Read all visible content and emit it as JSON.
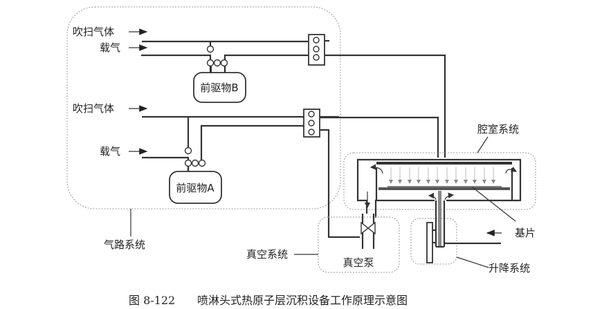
{
  "diagram": {
    "inputs": {
      "purge_gas_top": "吹扫气体",
      "carrier_gas_top": "载气",
      "purge_gas_bottom": "吹扫气体",
      "carrier_gas_bottom": "载气"
    },
    "precursors": {
      "b": "前驱物B",
      "a": "前驱物A"
    },
    "subsystems": {
      "gas_system": "气路系统",
      "chamber_system": "腔室系统",
      "vacuum_system": "真空系统",
      "vacuum_pump": "真空泵",
      "lift_system": "升降系统",
      "substrate": "基片"
    },
    "caption": {
      "figure_number": "图 8-122",
      "title": "喷淋头式热原子层沉积设备工作原理示意图"
    }
  }
}
